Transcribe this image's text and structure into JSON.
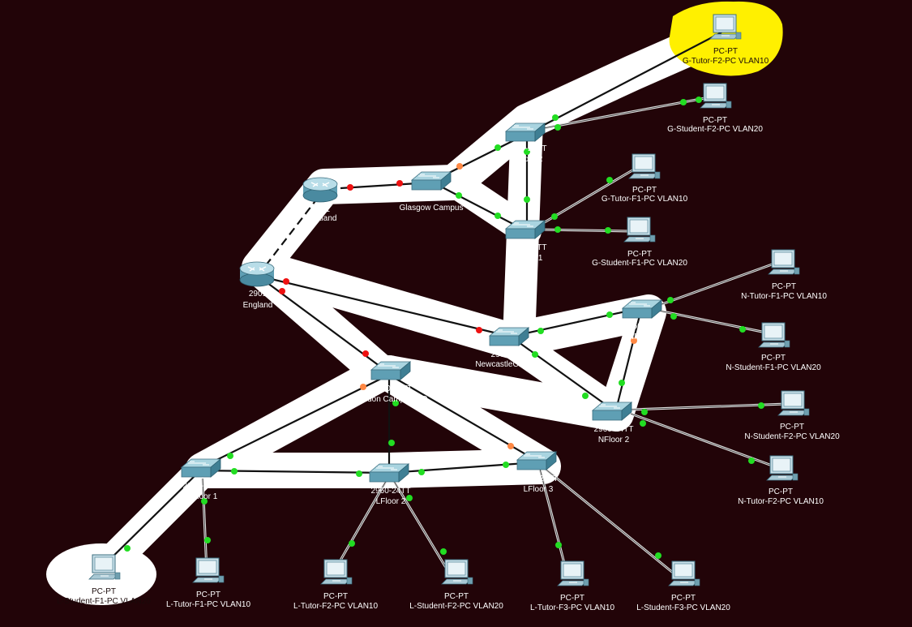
{
  "colors": {
    "background": "#220408",
    "highlight_white": "#ffffff",
    "highlight_yellow": "#fff000",
    "cable": "#111111",
    "port_up": "#22dd22",
    "port_down": "#ee1111",
    "port_blocking": "#ff8844"
  },
  "routers": {
    "scotland": {
      "model": "2901",
      "name": "Scotland"
    },
    "england": {
      "model": "2901",
      "name": "England"
    }
  },
  "switches": {
    "glasgow_campus": {
      "model": "2960-24TT",
      "name": "Glasgow Campus"
    },
    "gfloor2": {
      "model": "2960-24TT",
      "name": "GFloor 2"
    },
    "gfloor1": {
      "model": "2960-24TT",
      "name": "GFloor 1"
    },
    "newcastle_campus": {
      "model": "2960-24TT",
      "name": "NewcastleCampus"
    },
    "nfloor1": {
      "model": "2960-24TT",
      "name": "NFloor 1"
    },
    "nfloor2": {
      "model": "2960-24TT",
      "name": "NFloor 2"
    },
    "london_hq": {
      "model": "2960-24TT",
      "name": "London Campus HQ"
    },
    "lfloor1": {
      "model": "2960-24TT",
      "name": "LFloor 1"
    },
    "lfloor2": {
      "model": "2960-24TT",
      "name": "LFloor 2"
    },
    "lfloor3": {
      "model": "2960-24TT",
      "name": "LFloor 3"
    }
  },
  "pcs": {
    "g_tutor_f2": {
      "model": "PC-PT",
      "name": "G-Tutor-F2-PC VLAN10"
    },
    "g_student_f2": {
      "model": "PC-PT",
      "name": "G-Student-F2-PC VLAN20"
    },
    "g_tutor_f1": {
      "model": "PC-PT",
      "name": "G-Tutor-F1-PC VLAN10"
    },
    "g_student_f1": {
      "model": "PC-PT",
      "name": "G-Student-F1-PC VLAN20"
    },
    "n_tutor_f1": {
      "model": "PC-PT",
      "name": "N-Tutor-F1-PC VLAN10"
    },
    "n_student_f1": {
      "model": "PC-PT",
      "name": "N-Student-F1-PC VLAN20"
    },
    "n_student_f2": {
      "model": "PC-PT",
      "name": "N-Student-F2-PC VLAN20"
    },
    "n_tutor_f2": {
      "model": "PC-PT",
      "name": "N-Tutor-F2-PC VLAN10"
    },
    "l_student_f1": {
      "model": "PC-PT",
      "name": "L-Student-F1-PC VLAN20"
    },
    "l_tutor_f1": {
      "model": "PC-PT",
      "name": "L-Tutor-F1-PC VLAN10"
    },
    "l_tutor_f2": {
      "model": "PC-PT",
      "name": "L-Tutor-F2-PC VLAN10"
    },
    "l_student_f2": {
      "model": "PC-PT",
      "name": "L-Student-F2-PC VLAN20"
    },
    "l_tutor_f3": {
      "model": "PC-PT",
      "name": "L-Tutor-F3-PC VLAN10"
    },
    "l_student_f3": {
      "model": "PC-PT",
      "name": "L-Student-F3-PC VLAN20"
    }
  }
}
